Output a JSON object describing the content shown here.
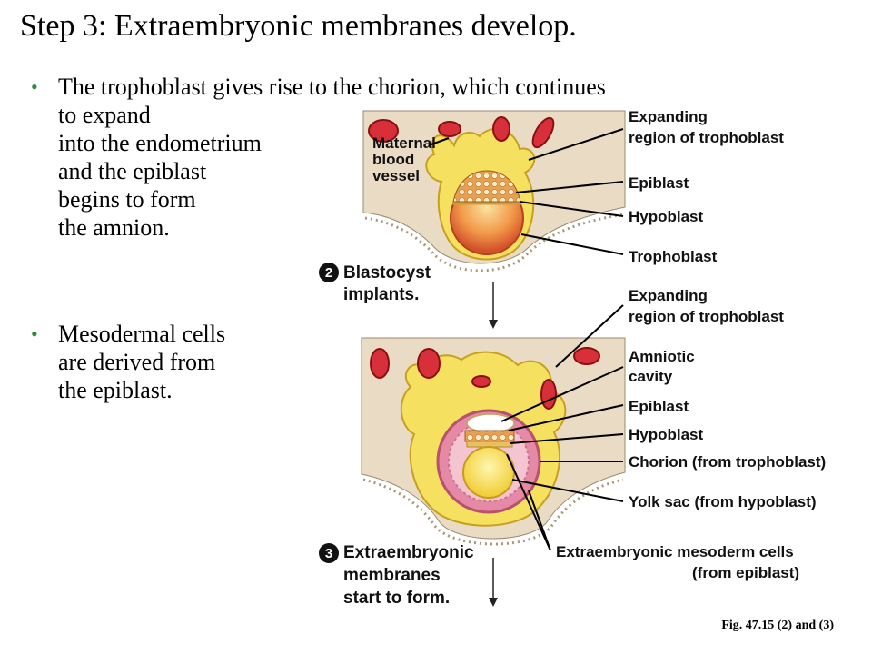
{
  "title": "Step 3: Extraembryonic membranes develop.",
  "bullets": [
    {
      "lines": [
        "The trophoblast gives rise to the chorion, which continues",
        "to expand",
        "into the endometrium",
        "and the epiblast",
        "begins to form",
        "the amnion."
      ]
    },
    {
      "lines": [
        "Mesodermal cells",
        "are derived from",
        "the epiblast."
      ]
    }
  ],
  "bullet_char": "•",
  "diagram": {
    "top": {
      "maternal_vessel": [
        "Maternal",
        "blood",
        "vessel"
      ],
      "labels": [
        [
          "Expanding",
          "region of trophoblast"
        ],
        [
          "Epiblast"
        ],
        [
          "Hypoblast"
        ],
        [
          "Trophoblast"
        ]
      ]
    },
    "step2": {
      "number": "2",
      "caption": [
        "Blastocyst",
        "implants."
      ]
    },
    "bottom": {
      "labels": [
        [
          "Expanding",
          "region of trophoblast"
        ],
        [
          "Amniotic",
          "cavity"
        ],
        [
          "Epiblast"
        ],
        [
          "Hypoblast"
        ],
        [
          "Chorion (from trophoblast)"
        ],
        [
          "Yolk sac (from hypoblast)"
        ],
        [
          "Extraembryonic mesoderm cells",
          "(from epiblast)"
        ]
      ]
    },
    "step3": {
      "number": "3",
      "caption": [
        "Extraembryonic",
        "membranes",
        "start to form."
      ]
    }
  },
  "caption": "Fig. 47.15 (2) and (3)",
  "colors": {
    "bullet": "#2e8b3a",
    "tissue": "#eadcc4",
    "trophoblast": "#f5e060",
    "vessel": "#d8303a",
    "chorion": "#e58aa6"
  }
}
